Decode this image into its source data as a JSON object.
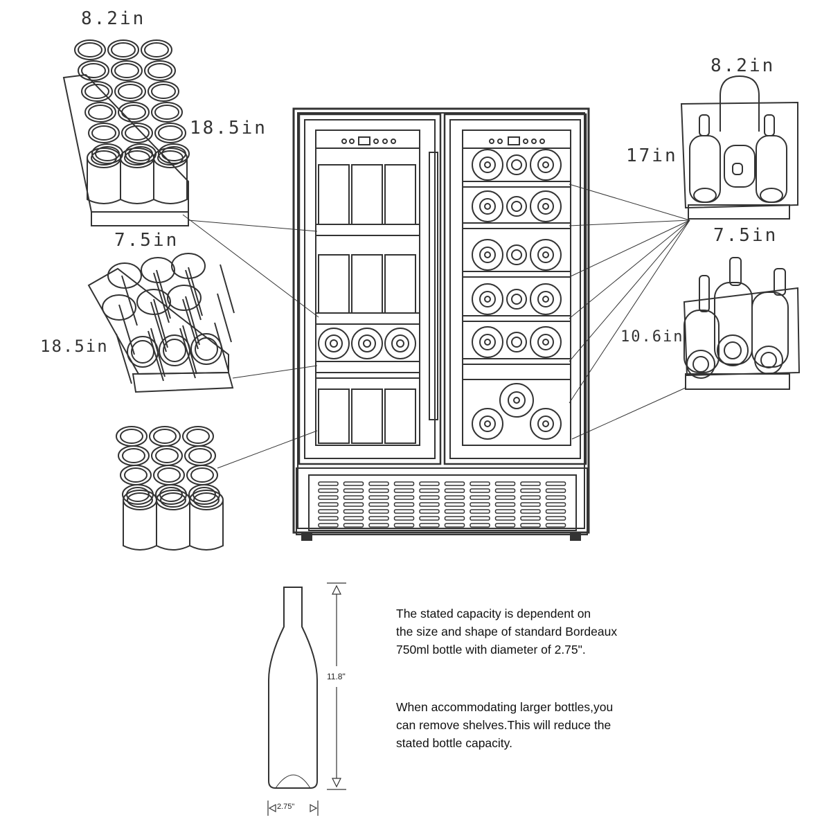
{
  "dimensions": {
    "top_left_depth": "8.2in",
    "top_left_length": "18.5in",
    "mid_left_depth": "7.5in",
    "mid_left_length": "18.5in",
    "top_right_depth": "8.2in",
    "top_right_height": "17in",
    "mid_right_depth": "7.5in",
    "bottom_right_height": "10.6in"
  },
  "bottle": {
    "height": "11.8\"",
    "diameter": "2.75\""
  },
  "notes": {
    "capacity": [
      "The stated capacity is dependent on",
      "the size and shape of standard Bordeaux",
      "750ml bottle with diameter of 2.75\"."
    ],
    "shelves": [
      "When accommodating larger bottles,you",
      "can remove shelves.This will reduce the",
      "stated bottle capacity."
    ]
  },
  "colors": {
    "line": "#333333",
    "text": "#111111",
    "background": "#ffffff"
  }
}
